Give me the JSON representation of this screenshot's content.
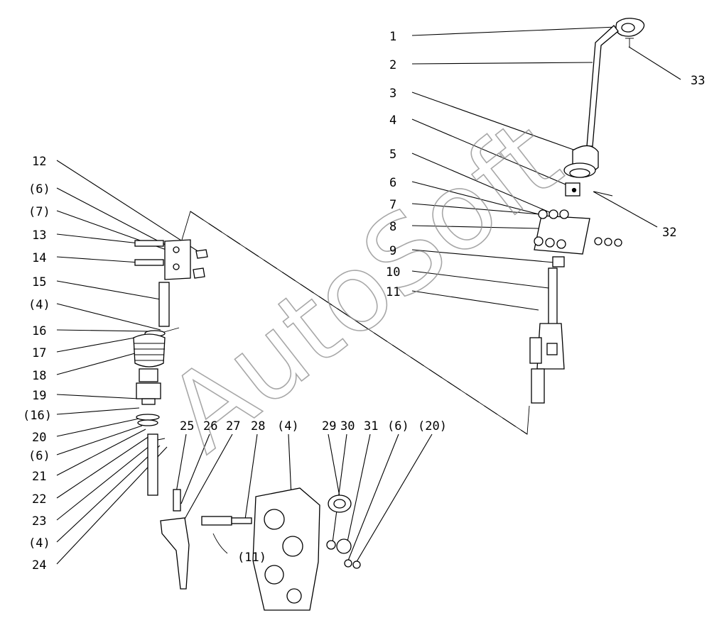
{
  "watermark": "AutoSoft",
  "labels": [
    {
      "id": "l1",
      "text": "1"
    },
    {
      "id": "l2",
      "text": "2"
    },
    {
      "id": "l3",
      "text": "3"
    },
    {
      "id": "l4",
      "text": "4"
    },
    {
      "id": "l5",
      "text": "5"
    },
    {
      "id": "l6",
      "text": "6"
    },
    {
      "id": "l7",
      "text": "7"
    },
    {
      "id": "l8",
      "text": "8"
    },
    {
      "id": "l9",
      "text": "9"
    },
    {
      "id": "l10",
      "text": "10"
    },
    {
      "id": "l11",
      "text": "11"
    },
    {
      "id": "l32",
      "text": "32"
    },
    {
      "id": "l33",
      "text": "33"
    },
    {
      "id": "l12",
      "text": "12"
    },
    {
      "id": "l6b",
      "text": "(6)"
    },
    {
      "id": "l7b",
      "text": "(7)"
    },
    {
      "id": "l13",
      "text": "13"
    },
    {
      "id": "l14",
      "text": "14"
    },
    {
      "id": "l15",
      "text": "15"
    },
    {
      "id": "l4b",
      "text": "(4)"
    },
    {
      "id": "l16",
      "text": "16"
    },
    {
      "id": "l17",
      "text": "17"
    },
    {
      "id": "l18",
      "text": "18"
    },
    {
      "id": "l19",
      "text": "19"
    },
    {
      "id": "l16b",
      "text": "(16)"
    },
    {
      "id": "l20",
      "text": "20"
    },
    {
      "id": "l6c",
      "text": "(6)"
    },
    {
      "id": "l21",
      "text": "21"
    },
    {
      "id": "l22",
      "text": "22"
    },
    {
      "id": "l23",
      "text": "23"
    },
    {
      "id": "l4c",
      "text": "(4)"
    },
    {
      "id": "l24",
      "text": "24"
    },
    {
      "id": "l25",
      "text": "25"
    },
    {
      "id": "l26",
      "text": "26"
    },
    {
      "id": "l27",
      "text": "27"
    },
    {
      "id": "l28",
      "text": "28"
    },
    {
      "id": "l4d",
      "text": "(4)"
    },
    {
      "id": "l29",
      "text": "29"
    },
    {
      "id": "l30",
      "text": "30"
    },
    {
      "id": "l31",
      "text": "31"
    },
    {
      "id": "l6d",
      "text": "(6)"
    },
    {
      "id": "l20b",
      "text": "(20)"
    },
    {
      "id": "l11b",
      "text": "(11)"
    }
  ]
}
